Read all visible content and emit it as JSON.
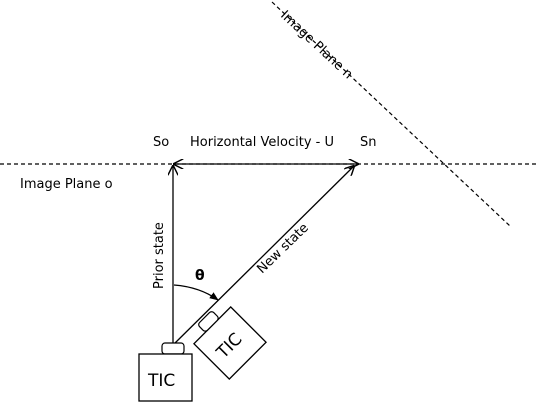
{
  "labels": {
    "s_o": "So",
    "s_n": "Sn",
    "horizontal_velocity": "Horizontal Velocity - U",
    "image_plane_o": "Image Plane o",
    "image_plane_n": "Image Plane n",
    "prior_state": "Prior state",
    "new_state": "New state",
    "theta": "θ",
    "camera_prior": "TIC",
    "camera_new": "TIC"
  }
}
